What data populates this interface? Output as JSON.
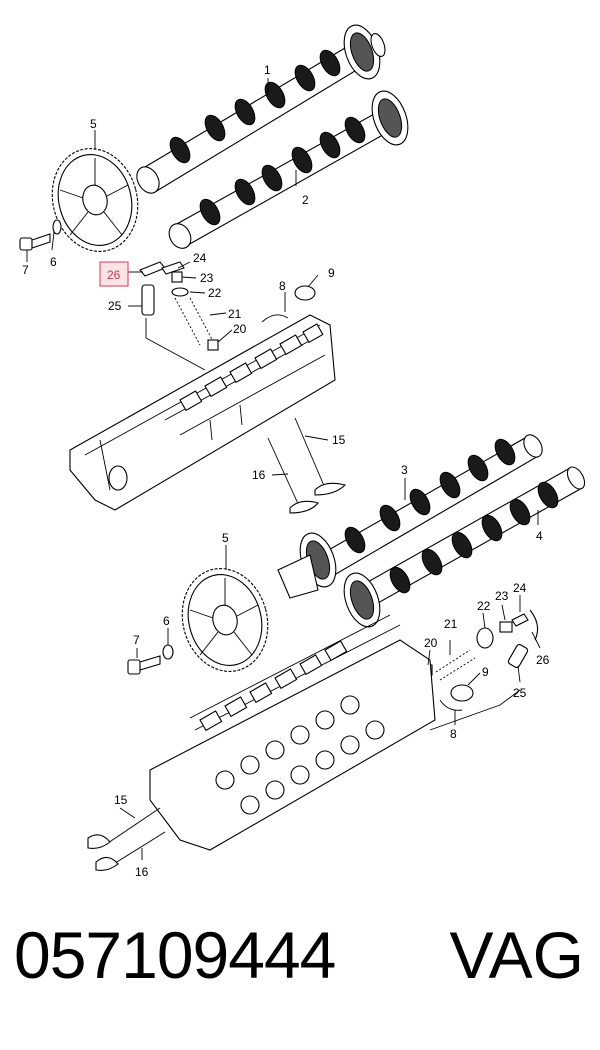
{
  "callouts": {
    "c1": "1",
    "c2": "2",
    "c3": "3",
    "c4": "4",
    "c5a": "5",
    "c6a": "6",
    "c7a": "7",
    "c24a": "24",
    "c26a": "26",
    "c23a": "23",
    "c25a": "25",
    "c22a": "22",
    "c21a": "21",
    "c20a": "20",
    "c8a": "8",
    "c9a": "9",
    "c15a": "15",
    "c16a": "16",
    "c5b": "5",
    "c6b": "6",
    "c7b": "7",
    "c20b": "20",
    "c21b": "21",
    "c22b": "22",
    "c23b": "23",
    "c24b": "24",
    "c26b": "26",
    "c25b": "25",
    "c9b": "9",
    "c8b": "8",
    "c15b": "15",
    "c16b": "16"
  },
  "highlight": {
    "color": "#e05a6a",
    "fill": "#fbe3e6"
  },
  "footer": {
    "part_number": "057109444",
    "brand": "VAG"
  }
}
